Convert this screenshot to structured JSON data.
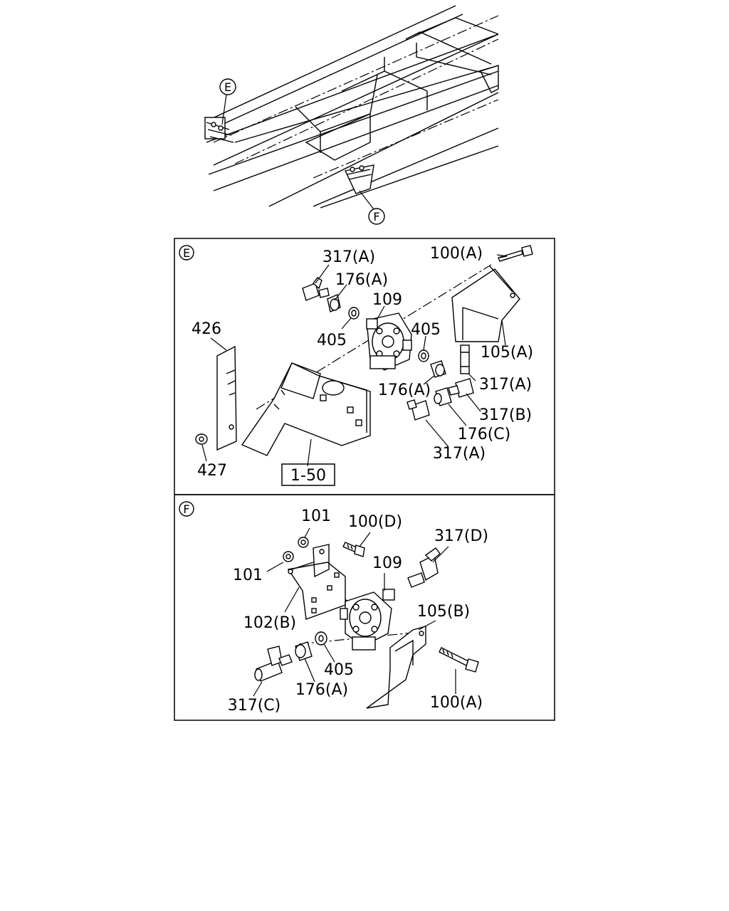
{
  "overview": {
    "callout_e": "E",
    "callout_f": "F"
  },
  "panel_e": {
    "tag": "E",
    "labels": {
      "l317a_top": "317(A)",
      "l176a_top": "176(A)",
      "l100a": "100(A)",
      "l109": "109",
      "l405_left": "405",
      "l405_right": "405",
      "l426": "426",
      "l105a": "105(A)",
      "l317a_mid": "317(A)",
      "l176a_mid": "176(A)",
      "l317b": "317(B)",
      "l176c": "176(C)",
      "l317a_bot": "317(A)",
      "l427": "427",
      "ref_box": "1-50"
    }
  },
  "panel_f": {
    "tag": "F",
    "labels": {
      "l101_top": "101",
      "l100d": "100(D)",
      "l317d": "317(D)",
      "l101_left": "101",
      "l109": "109",
      "l105b": "105(B)",
      "l102b": "102(B)",
      "l405": "405",
      "l176a": "176(A)",
      "l317c": "317(C)",
      "l100a": "100(A)"
    }
  }
}
